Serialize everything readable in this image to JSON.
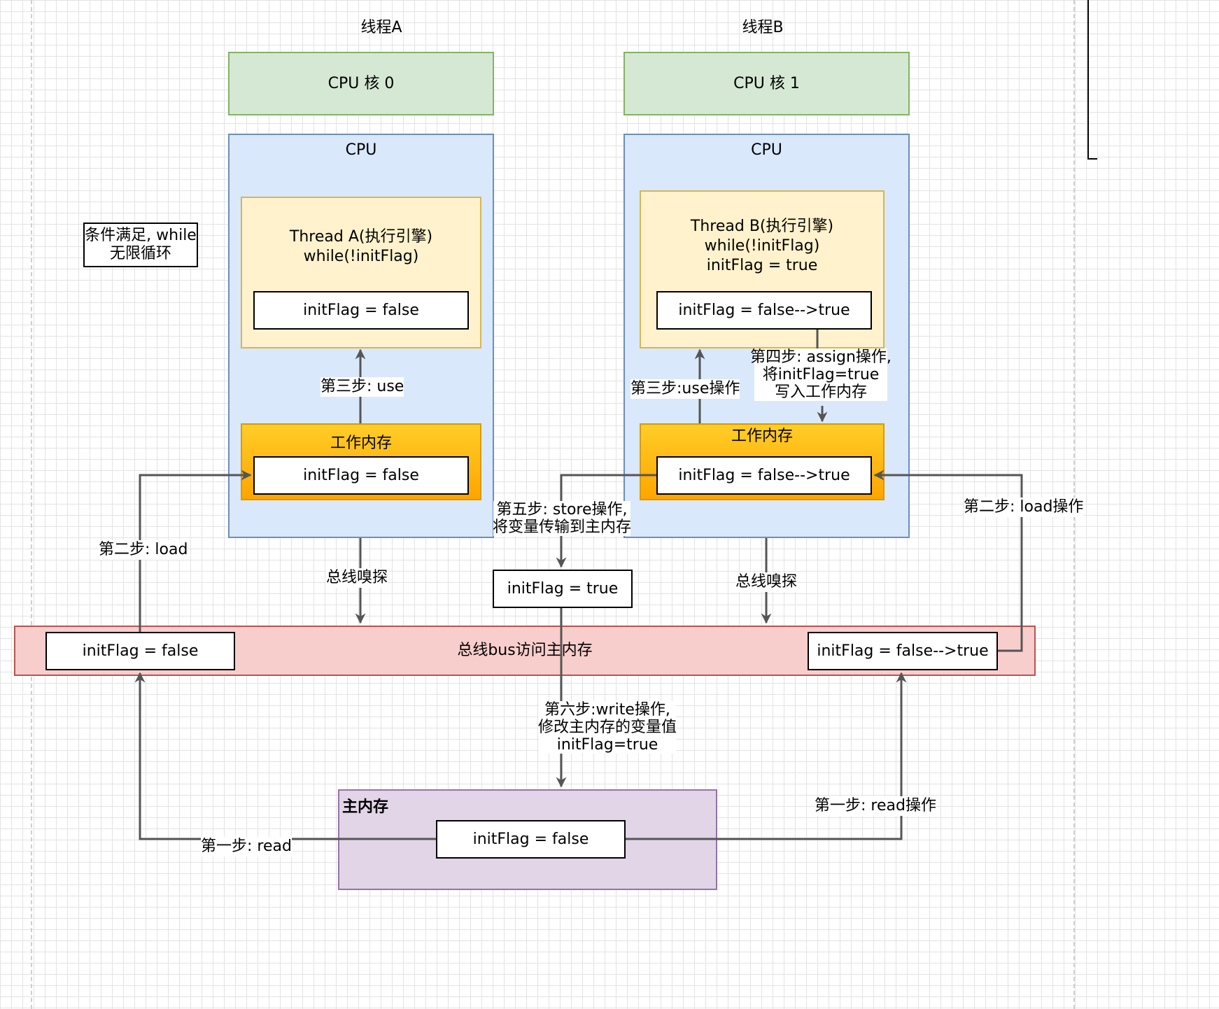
{
  "threads": {
    "a_title": "线程A",
    "b_title": "线程B"
  },
  "core0": "CPU 核 0",
  "core1": "CPU 核 1",
  "cpu_a": {
    "title": "CPU",
    "engine": {
      "line1": "Thread A(执行引擎)",
      "line2": "while(!initFlag)",
      "var": "initFlag = false"
    },
    "work": {
      "title": "工作内存",
      "var": "initFlag = false"
    }
  },
  "cpu_b": {
    "title": "CPU",
    "engine": {
      "line1": "Thread B(执行引擎)",
      "line2": "while(!initFlag)",
      "line3": "initFlag = true",
      "var": "initFlag = false-->true"
    },
    "work": {
      "title": "工作内存",
      "var": "initFlag = false-->true"
    }
  },
  "note": {
    "line1": "条件满足, while",
    "line2": "无限循环"
  },
  "bus": {
    "label": "总线bus访问主内存",
    "left_var": "initFlag = false",
    "right_var": "initFlag = false-->true"
  },
  "store_box": "initFlag = true",
  "main_memory": {
    "title": "主内存",
    "var": "initFlag = false"
  },
  "labels": {
    "step3_a": "第三步: use",
    "step3_b": "第三步:use操作",
    "step4": [
      "第四步: assign操作,",
      "将initFlag=true",
      "写入工作内存"
    ],
    "step5": [
      "第五步: store操作,",
      "将变量传输到主内存"
    ],
    "step6": [
      "第六步:write操作,",
      "修改主内存的变量值",
      "initFlag=true"
    ],
    "step2_a": "第二步: load",
    "step2_b": "第二步: load操作",
    "step1_a": "第一步: read",
    "step1_b": "第一步: read操作",
    "sniff_a": "总线嗅探",
    "sniff_b": "总线嗅探"
  },
  "colors": {
    "core": "#d5e8d4",
    "cpu": "#dae8fc",
    "engine": "#fff2cc",
    "work": "#ffa500",
    "bus": "#f8cecc",
    "main": "#e1d5e7",
    "arrow": "#555555"
  }
}
